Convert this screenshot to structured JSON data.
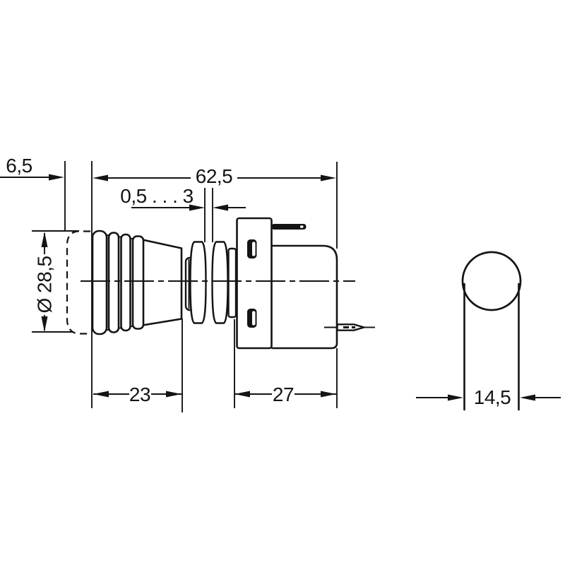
{
  "drawing": {
    "background_color": "#ffffff",
    "line_color": "#141414"
  },
  "side_view": {
    "dim_button_travel": "6,5",
    "dim_overall_length": "62,5",
    "dim_panel_thickness": "0,5 . . . 3",
    "dim_knob_diameter": "Ø 28,5",
    "dim_knob_length": "23",
    "dim_body_depth": "27"
  },
  "hole_view": {
    "dim_hole_width": "14,5"
  }
}
